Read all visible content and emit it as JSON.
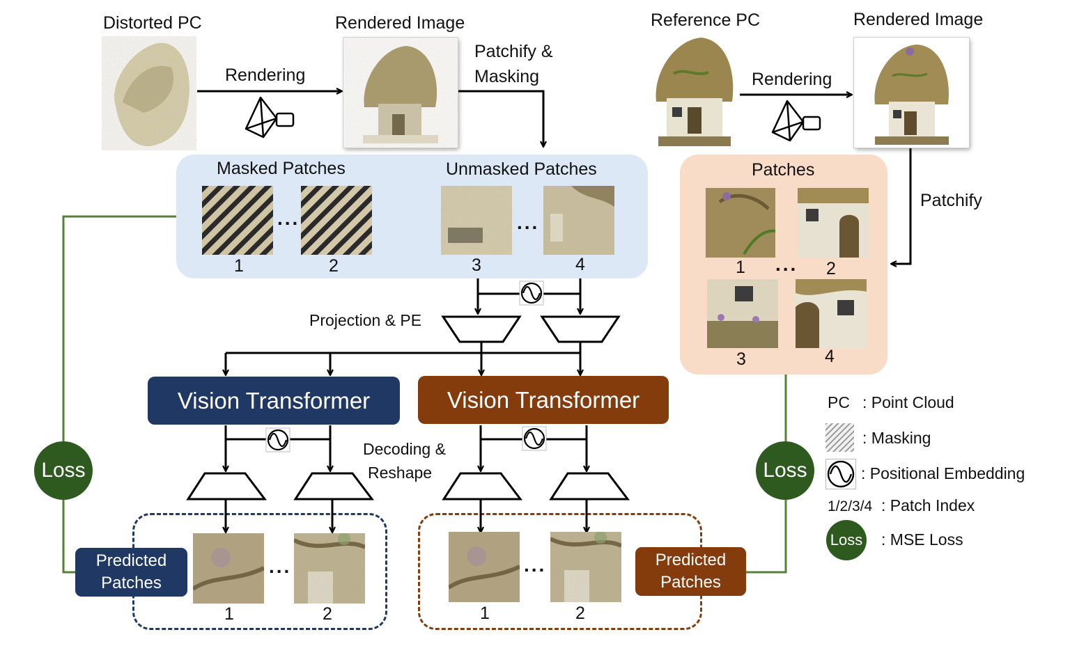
{
  "top": {
    "distorted_pc": "Distorted PC",
    "rendered_image_left": "Rendered Image",
    "rendering_left": "Rendering",
    "patchify_masking_line1": "Patchify &",
    "patchify_masking_line2": "Masking",
    "reference_pc": "Reference PC",
    "rendered_image_right": "Rendered Image",
    "rendering_right": "Rendering",
    "patchify": "Patchify"
  },
  "masked_panel": {
    "masked_title": "Masked Patches",
    "unmasked_title": "Unmasked Patches",
    "indices": [
      "1",
      "2",
      "3",
      "4"
    ],
    "ellipsis": "..."
  },
  "ref_panel": {
    "title": "Patches",
    "indices": [
      "1",
      "2",
      "3",
      "4"
    ],
    "ellipsis": "..."
  },
  "middle": {
    "projection_pe": "Projection & PE",
    "decoding_line1": "Decoding &",
    "decoding_line2": "Reshape"
  },
  "vit_left": "Vision Transformer",
  "vit_right": "Vision Transformer",
  "predicted_left_line1": "Predicted",
  "predicted_left_line2": "Patches",
  "predicted_right_line1": "Predicted",
  "predicted_right_line2": "Patches",
  "loss_left": "Loss",
  "loss_right": "Loss",
  "bottom_left_indices": [
    "1",
    "2"
  ],
  "bottom_right_indices": [
    "1",
    "2"
  ],
  "bottom_ellipsis": "...",
  "legend": {
    "pc_key": "PC",
    "pc_desc": ": Point Cloud",
    "masking_desc": ": Masking",
    "pe_desc": ": Positional Embedding",
    "index_key": "1/2/3/4",
    "index_desc": ": Patch Index",
    "loss_key": "Loss",
    "loss_desc": ": MSE Loss"
  },
  "colors": {
    "masked_panel_bg": "#dce8f5",
    "ref_panel_bg": "#f9dcc8",
    "vit_left": "#1f3864",
    "vit_right": "#843c0c",
    "loss": "#2f5a1f",
    "loss_wire": "#548235",
    "dashed_left": "#1f3864",
    "dashed_right": "#843c0c"
  },
  "icons": [
    "camera-icon",
    "sine-wave-icon",
    "hatch-pattern-icon",
    "trapezoid-projector-icon"
  ]
}
